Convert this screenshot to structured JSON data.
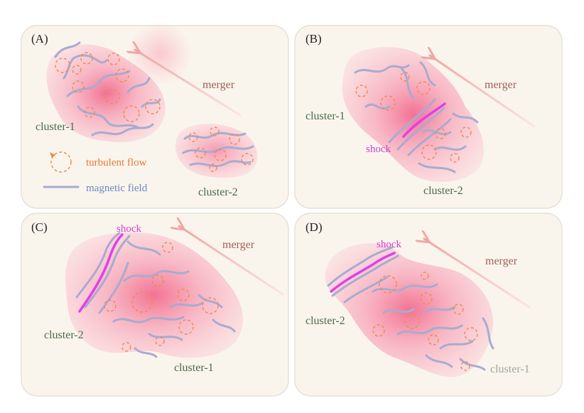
{
  "panels": [
    {
      "label": "(A)",
      "cluster1": "cluster-1",
      "cluster2": "cluster-2",
      "merger": "merger"
    },
    {
      "label": "(B)",
      "cluster1": "cluster-1",
      "cluster2": "cluster-2",
      "merger": "merger",
      "shock": "shock"
    },
    {
      "label": "(C)",
      "cluster1": "cluster-1",
      "cluster2": "cluster-2",
      "merger": "merger",
      "shock": "shock"
    },
    {
      "label": "(D)",
      "cluster1": "cluster-1",
      "cluster2": "cluster-2",
      "merger": "merger",
      "shock": "shock"
    }
  ],
  "legend": {
    "turbulent_flow": "turbulent flow",
    "magnetic_field": "magnetic field"
  },
  "colors": {
    "panel_bg": "#faf5ec",
    "cluster_pink": "#f26b8e",
    "magnetic_field": "#a8abd0",
    "turbulent_flow": "#f08a4a",
    "shock": "#e040e6",
    "merger_arrow": "#f0a0a0"
  }
}
